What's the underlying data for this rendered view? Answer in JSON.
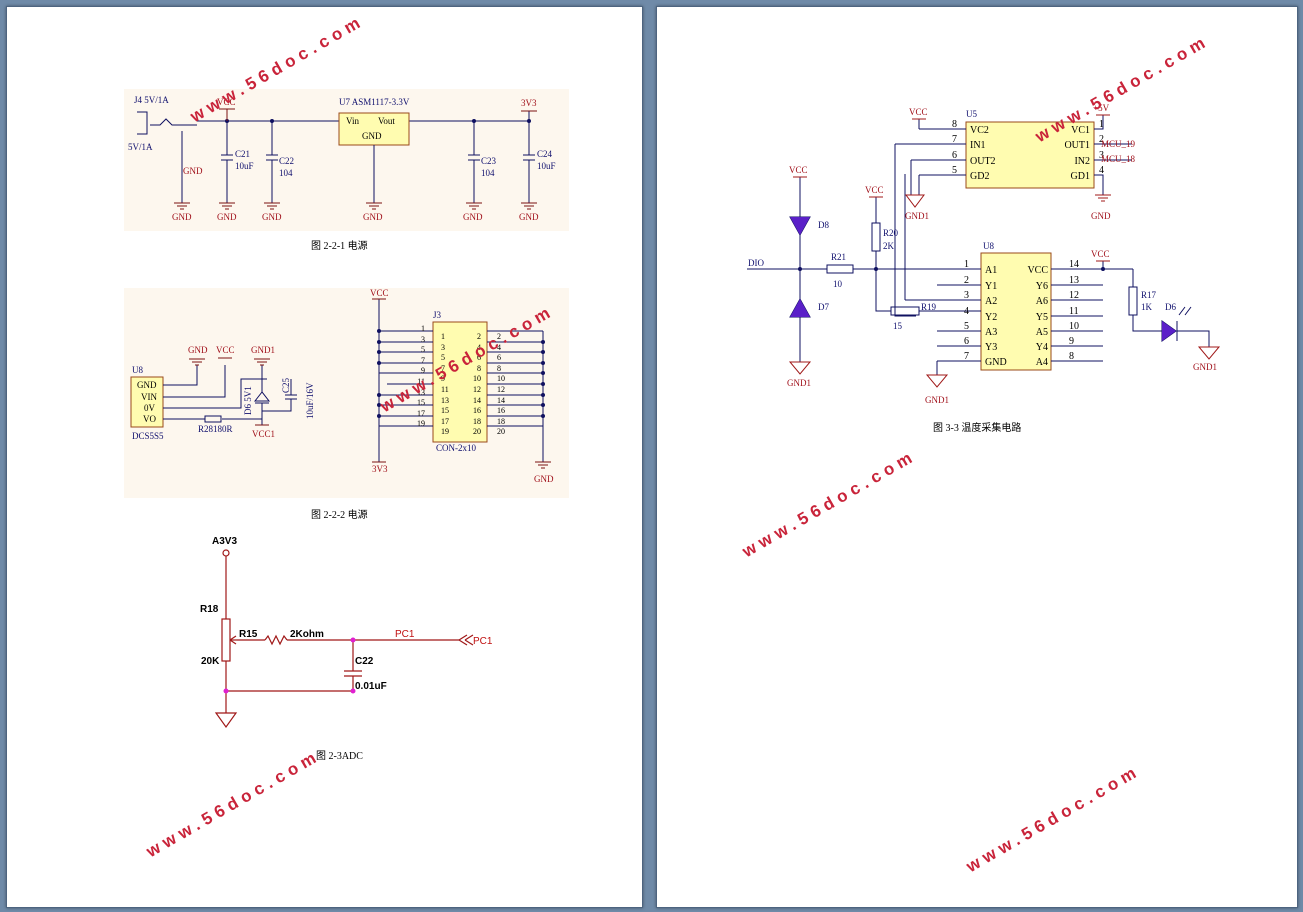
{
  "page1": {
    "captions": {
      "fig_2_2_1": "图 2-2-1 电源",
      "fig_2_2_2": "图 2-2-2 电源",
      "fig_2_3": "图 2-3ADC"
    },
    "power1": {
      "j4": "J4 5V/1A",
      "j4_sub": "5V/1A",
      "vcc": "VCC",
      "u7": "U7  ASM1117-3.3V",
      "vin": "Vin",
      "vout": "Vout",
      "gnd": "GND",
      "v3v3": "3V3",
      "c21": "C21",
      "c21v": "10uF",
      "c22": "C22",
      "c22v": "104",
      "c23": "C23",
      "c23v": "104",
      "c24": "C24",
      "c24v": "10uF"
    },
    "power2": {
      "gnd": "GND",
      "vcc": "VCC",
      "gnd1": "GND1",
      "u8": "U8",
      "pins": [
        "GND",
        "VIN",
        "0V",
        "VO"
      ],
      "module": "DCS5S5",
      "r28": "R28180R",
      "d6": "D6  5V1",
      "c25": "C25",
      "c25v": "10uF/16V",
      "vcc1": "VCC1",
      "j3_vcc": "VCC",
      "j3": "J3",
      "j3_left": [
        "1",
        "3",
        "5",
        "7",
        "9",
        "11",
        "13",
        "15",
        "17",
        "19"
      ],
      "j3_right": [
        "2",
        "4",
        "6",
        "8",
        "10",
        "12",
        "14",
        "16",
        "18",
        "20"
      ],
      "j3_name": "CON-2x10",
      "v3v3": "3V3",
      "gnd_r": "GND"
    },
    "adc": {
      "a3v3": "A3V3",
      "r18": "R18",
      "r18v": "20K",
      "r15": "R15",
      "r15v": "2Kohm",
      "pc1": "PC1",
      "pc1_port": "PC1",
      "c22": "C22",
      "c22v": "0.01uF"
    }
  },
  "page2": {
    "caption": "图 3-3 温度采集电路",
    "temp": {
      "vcc": "VCC",
      "u5": "U5",
      "u5_left_nums": [
        "8",
        "7",
        "6",
        "5"
      ],
      "u5_left": [
        "VC2",
        "IN1",
        "OUT2",
        "GD2"
      ],
      "u5_right": [
        "VC1",
        "OUT1",
        "IN2",
        "GD1"
      ],
      "u5_right_nums": [
        "1",
        "2",
        "3",
        "4"
      ],
      "p5v": "+5V",
      "mcu19": "MCU_19",
      "mcu18": "MCU_18",
      "gnd1": "GND1",
      "gnd": "GND",
      "d8": "D8",
      "d7": "D7",
      "r20": "R20",
      "r20v": "2K",
      "dio": "DIO",
      "r21": "R21",
      "r21v": "10",
      "r19": "R19",
      "r19v": "15",
      "u8": "U8",
      "u8_left_nums": [
        "1",
        "2",
        "3",
        "4",
        "5",
        "6",
        "7"
      ],
      "u8_left": [
        "A1",
        "Y1",
        "A2",
        "Y2",
        "A3",
        "Y3",
        "GND"
      ],
      "u8_right": [
        "VCC",
        "Y6",
        "A6",
        "Y5",
        "A5",
        "Y4",
        "A4"
      ],
      "u8_right_nums": [
        "14",
        "13",
        "12",
        "11",
        "10",
        "9",
        "8"
      ],
      "r17": "R17",
      "r17v": "1K",
      "d6": "D6"
    }
  },
  "watermark": "www.56doc.com"
}
